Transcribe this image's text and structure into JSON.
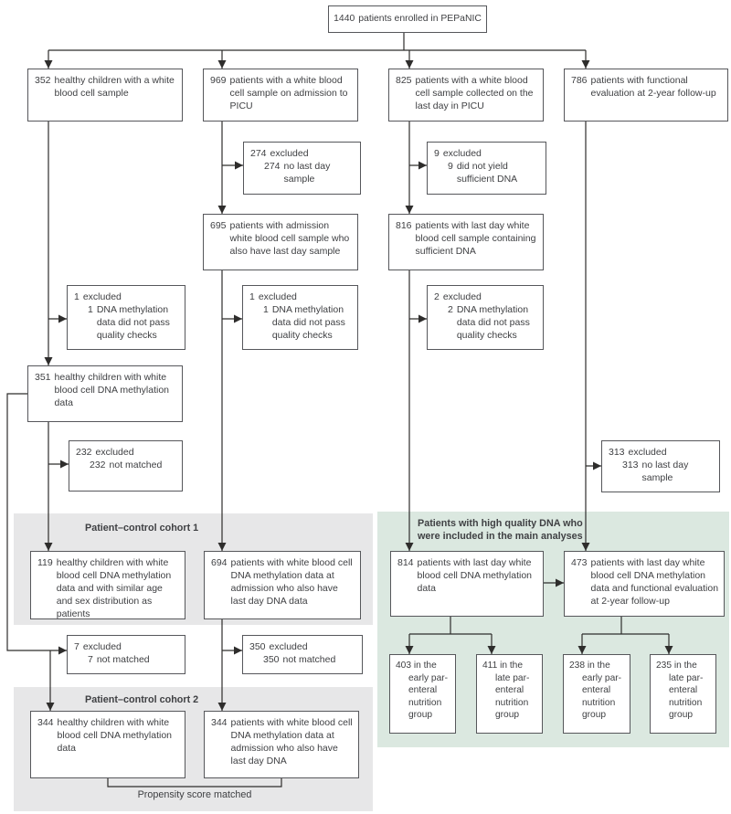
{
  "boxes": {
    "enrolled": {
      "num": "1440",
      "text": "patients enrolled in PEPaNIC"
    },
    "healthy_352": {
      "num": "352",
      "text": "healthy children with a white blood cell sample"
    },
    "admission_969": {
      "num": "969",
      "text": "patients with a white blood cell sample on admission to PICU"
    },
    "lastday_825": {
      "num": "825",
      "text": "patients with a white blood cell sample collected on the last day in PICU"
    },
    "followup_786": {
      "num": "786",
      "text": "patients with functional evaluation at 2-year follow-up"
    },
    "admission_695": {
      "num": "695",
      "text": "patients with admission white blood cell sample who also have last day sample"
    },
    "lastday_816": {
      "num": "816",
      "text": "patients with last day white blood cell sample containing sufficient DNA"
    },
    "healthy_351": {
      "num": "351",
      "text": "healthy children with white blood cell DNA methylation data"
    },
    "cohort1_119": {
      "num": "119",
      "text": "healthy children with white blood cell DNA methylation data and with similar age and sex distribution as patients"
    },
    "admission_694": {
      "num": "694",
      "text": "patients with white blood cell DNA methylation data at admission who also have last day DNA data"
    },
    "lastday_814": {
      "num": "814",
      "text": "patients with last day white blood cell DNA methylation data"
    },
    "followup_473": {
      "num": "473",
      "text": "patients with last day white blood cell DNA methylation data and functional evaluation at 2-year follow-up"
    },
    "healthy_344": {
      "num": "344",
      "text": "healthy children with white blood cell DNA methylation data"
    },
    "admission_344": {
      "num": "344",
      "text": "patients with white blood cell DNA methylation data at admission who also have last day DNA"
    },
    "epn_403": {
      "text": "403 in the\nearly par-\nenteral\nnutrition\ngroup"
    },
    "lpn_411": {
      "text": "411 in the\nlate par-\nenteral\nnutrition\ngroup"
    },
    "epn_238": {
      "text": "238 in the\nearly par-\nenteral\nnutrition\ngroup"
    },
    "lpn_235": {
      "text": "235 in the\nlate par-\nenteral\nnutrition\ngroup"
    }
  },
  "exclusions": {
    "no_lastday_274": {
      "num": "274",
      "label": "excluded",
      "sub_num": "274",
      "sub_text": "no last day sample"
    },
    "dna_9": {
      "num": "9",
      "label": "excluded",
      "sub_num": "9",
      "sub_text": "did not yield sufficient DNA"
    },
    "meth_1a": {
      "num": "1",
      "label": "excluded",
      "sub_num": "1",
      "sub_text": "DNA methylation data did not pass quality checks"
    },
    "meth_1b": {
      "num": "1",
      "label": "excluded",
      "sub_num": "1",
      "sub_text": "DNA methylation data did not pass quality checks"
    },
    "meth_2": {
      "num": "2",
      "label": "excluded",
      "sub_num": "2",
      "sub_text": "DNA methylation data did not pass quality checks"
    },
    "matched_232": {
      "num": "232",
      "label": "excluded",
      "sub_num": "232",
      "sub_text": "not matched"
    },
    "no_lastday_313": {
      "num": "313",
      "label": "excluded",
      "sub_num": "313",
      "sub_text": "no last day sample"
    },
    "matched_7": {
      "num": "7",
      "label": "excluded",
      "sub_num": "7",
      "sub_text": "not matched"
    },
    "matched_350": {
      "num": "350",
      "label": "excluded",
      "sub_num": "350",
      "sub_text": "not matched"
    }
  },
  "regions": {
    "cohort1": {
      "label": "Patient–control cohort 1"
    },
    "main_analyses": {
      "label": "Patients with high quality DNA who\nwere included in the main analyses"
    },
    "cohort2": {
      "label": "Patient–control cohort 2"
    }
  },
  "footnote": {
    "propensity": "Propensity score matched"
  },
  "colors": {
    "region_gray": "#e7e7e8",
    "region_green": "#dbe8e0",
    "box_border": "#56575b",
    "line": "#2e2d2c",
    "text": "#3f4043"
  }
}
